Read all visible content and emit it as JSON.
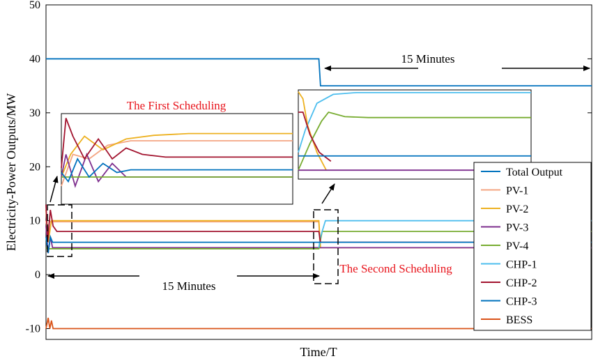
{
  "chart_data": {
    "type": "line",
    "xlabel": "Time/T",
    "ylabel": "Electricity-Power Outputs/MW",
    "ylim": [
      -12,
      50
    ],
    "xlim": [
      0,
      1
    ],
    "yticks": [
      -10,
      0,
      10,
      20,
      30,
      40,
      50
    ],
    "ytick_labels": [
      "-10",
      "0",
      "10",
      "20",
      "30",
      "40",
      "50"
    ],
    "xtick_labels": [],
    "grid": false,
    "legend_position": "bottom-right",
    "series": [
      {
        "name": "Total Output",
        "color": "#0072BD",
        "x": [
          0,
          0.5,
          0.503,
          1
        ],
        "y": [
          40,
          40,
          35,
          35
        ]
      },
      {
        "name": "PV-1",
        "color": "#F4A582",
        "x": [
          0,
          0.003,
          0.006,
          0.5,
          0.502,
          1
        ],
        "y": [
          10,
          8,
          9.8,
          9.8,
          5,
          5
        ]
      },
      {
        "name": "PV-2",
        "color": "#EDB120",
        "x": [
          0,
          0.004,
          0.01,
          0.5,
          0.503,
          1
        ],
        "y": [
          12,
          6,
          10,
          10,
          5,
          5
        ]
      },
      {
        "name": "PV-3",
        "color": "#7E2F8E",
        "x": [
          0,
          0.004,
          0.008,
          0.012,
          1
        ],
        "y": [
          9,
          4,
          7,
          5,
          5
        ]
      },
      {
        "name": "PV-4",
        "color": "#77AC30",
        "x": [
          0,
          0.004,
          0.5,
          0.506,
          1
        ],
        "y": [
          5,
          4.8,
          4.8,
          8,
          8
        ]
      },
      {
        "name": "CHP-1",
        "color": "#4DBEEE",
        "x": [
          0.5,
          0.503,
          0.512,
          1
        ],
        "y": [
          5,
          7,
          10,
          10
        ]
      },
      {
        "name": "CHP-2",
        "color": "#A2142F",
        "x": [
          0,
          0.003,
          0.008,
          0.013,
          0.02,
          0.5,
          0.503,
          1
        ],
        "y": [
          13,
          6,
          12,
          9,
          8,
          8,
          6,
          6
        ]
      },
      {
        "name": "CHP-3",
        "color": "#0072BD",
        "x": [
          0,
          0.004,
          0.008,
          0.012,
          1
        ],
        "y": [
          7,
          4,
          7,
          6,
          6
        ]
      },
      {
        "name": "BESS",
        "color": "#D95319",
        "x": [
          0,
          0.004,
          0.007,
          0.01,
          0.013,
          0.018,
          1
        ],
        "y": [
          -10,
          -8,
          -10,
          -8.5,
          -10,
          -10,
          -10
        ]
      }
    ],
    "annotations": {
      "first_scheduling": "The First Scheduling",
      "second_scheduling": "The Second Scheduling",
      "span_top": "15 Minutes",
      "span_bottom": "15 Minutes"
    },
    "insets": [
      {
        "name": "first-scheduling-zoom",
        "series": [
          {
            "name": "PV-1",
            "color": "#F4A582",
            "x": [
              0,
              0.05,
              0.12,
              0.2,
              0.3,
              0.5,
              1
            ],
            "y": [
              0.2,
              0.55,
              0.5,
              0.65,
              0.7,
              0.7,
              0.7
            ]
          },
          {
            "name": "PV-2",
            "color": "#EDB120",
            "x": [
              0,
              0.04,
              0.1,
              0.18,
              0.28,
              0.4,
              0.55,
              1
            ],
            "y": [
              0.3,
              0.55,
              0.75,
              0.6,
              0.72,
              0.76,
              0.78,
              0.78
            ]
          },
          {
            "name": "PV-3",
            "color": "#7E2F8E",
            "x": [
              0,
              0.02,
              0.06,
              0.11,
              0.16,
              0.22,
              0.28,
              1
            ],
            "y": [
              0.3,
              0.55,
              0.2,
              0.55,
              0.25,
              0.45,
              0.3,
              0.3
            ]
          },
          {
            "name": "PV-4",
            "color": "#77AC30",
            "x": [
              0,
              1
            ],
            "y": [
              0.3,
              0.3
            ]
          },
          {
            "name": "CHP-2",
            "color": "#A2142F",
            "x": [
              0,
              0.02,
              0.05,
              0.1,
              0.16,
              0.22,
              0.28,
              0.35,
              0.45,
              1
            ],
            "y": [
              0.4,
              0.95,
              0.75,
              0.5,
              0.72,
              0.5,
              0.62,
              0.55,
              0.52,
              0.52
            ]
          },
          {
            "name": "CHP-3",
            "color": "#0072BD",
            "x": [
              0,
              0.03,
              0.07,
              0.12,
              0.18,
              0.24,
              0.3,
              1
            ],
            "y": [
              0.35,
              0.25,
              0.5,
              0.3,
              0.45,
              0.35,
              0.38,
              0.38
            ]
          }
        ]
      },
      {
        "name": "second-scheduling-zoom",
        "series": [
          {
            "name": "CHP-1",
            "color": "#4DBEEE",
            "x": [
              0,
              0.03,
              0.08,
              0.15,
              0.25,
              1
            ],
            "y": [
              0.3,
              0.55,
              0.85,
              0.95,
              0.97,
              0.97
            ]
          },
          {
            "name": "PV-2",
            "color": "#EDB120",
            "x": [
              0,
              0.02,
              0.04,
              0.08,
              0.12
            ],
            "y": [
              0.98,
              0.9,
              0.6,
              0.3,
              0.1
            ]
          },
          {
            "name": "PV-4",
            "color": "#77AC30",
            "x": [
              0,
              0.05,
              0.1,
              0.13,
              0.2,
              0.3,
              1
            ],
            "y": [
              0.1,
              0.4,
              0.65,
              0.75,
              0.7,
              0.69,
              0.69
            ]
          },
          {
            "name": "CHP-2",
            "color": "#A2142F",
            "x": [
              0,
              0.02,
              0.05,
              0.09,
              0.14
            ],
            "y": [
              0.75,
              0.75,
              0.5,
              0.3,
              0.2
            ]
          },
          {
            "name": "CHP-3",
            "color": "#0072BD",
            "x": [
              0,
              1
            ],
            "y": [
              0.26,
              0.26
            ]
          },
          {
            "name": "PV-3",
            "color": "#7E2F8E",
            "x": [
              0,
              1
            ],
            "y": [
              0.1,
              0.1
            ]
          }
        ]
      }
    ]
  }
}
